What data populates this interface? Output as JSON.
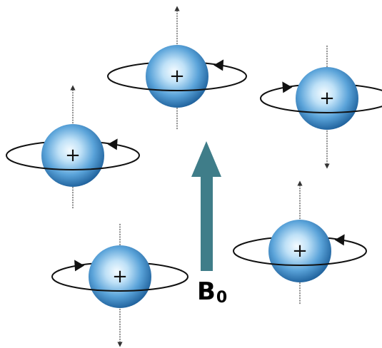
{
  "field": {
    "symbol": "B",
    "subscript": "0",
    "direction": "up",
    "color": "#3f7d89"
  },
  "protons": [
    {
      "id": "proton-1",
      "charge": "+",
      "spin": "up",
      "rotation": "counterclockwise"
    },
    {
      "id": "proton-2",
      "charge": "+",
      "spin": "down",
      "rotation": "clockwise"
    },
    {
      "id": "proton-3",
      "charge": "+",
      "spin": "up",
      "rotation": "counterclockwise"
    },
    {
      "id": "proton-4",
      "charge": "+",
      "spin": "up",
      "rotation": "counterclockwise"
    },
    {
      "id": "proton-5",
      "charge": "+",
      "spin": "down",
      "rotation": "clockwise"
    }
  ],
  "colors": {
    "sphere_light": "#f4fbff",
    "sphere_mid": "#5aa3d9",
    "sphere_dark": "#1d5f9a",
    "orbit": "#111111",
    "axis": "#444444"
  }
}
